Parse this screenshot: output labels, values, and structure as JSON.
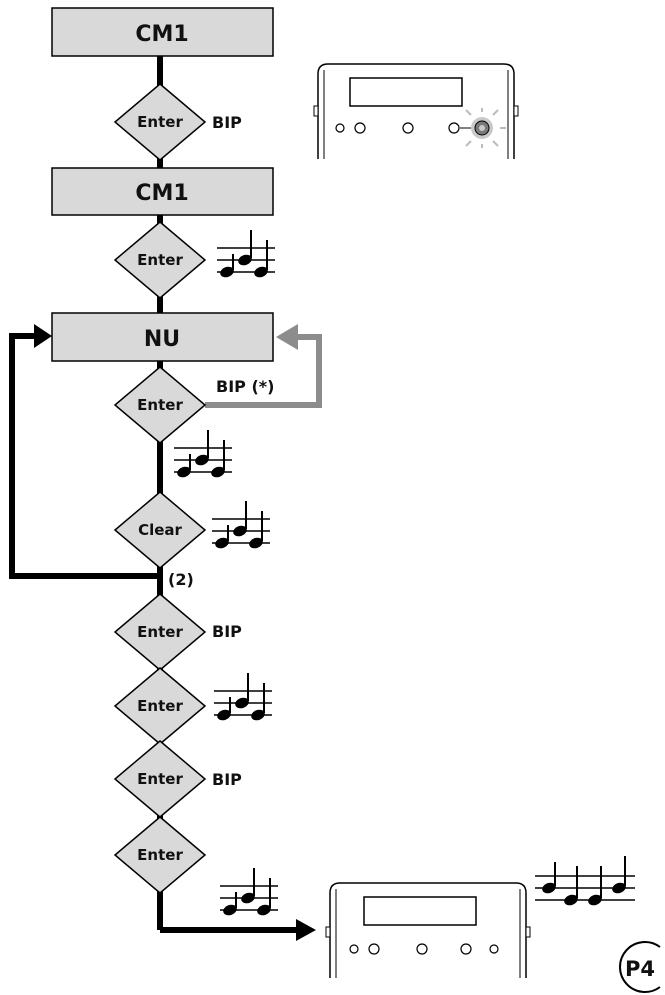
{
  "steps": [
    {
      "id": "cm1-top",
      "label": "CM1"
    },
    {
      "id": "cm1-second",
      "label": "CM1"
    },
    {
      "id": "nu",
      "label": "NU"
    }
  ],
  "decisions": [
    {
      "id": "enter-1",
      "label": "Enter",
      "signal": "BIP"
    },
    {
      "id": "enter-2",
      "label": "Enter",
      "signal": "melody"
    },
    {
      "id": "enter-3",
      "label": "Enter",
      "signal": "BIP (*)"
    },
    {
      "id": "clear-1",
      "label": "Clear",
      "signal": "melody"
    },
    {
      "id": "enter-4",
      "label": "Enter",
      "signal": "BIP"
    },
    {
      "id": "enter-5",
      "label": "Enter",
      "signal": "melody"
    },
    {
      "id": "enter-6",
      "label": "Enter",
      "signal": "BIP"
    },
    {
      "id": "enter-7",
      "label": "Enter",
      "signal": "melody"
    }
  ],
  "loop_label": "(2)",
  "page_badge": "P4",
  "colors": {
    "box_fill": "#d9d9d9",
    "line": "#000000",
    "feedback_arrow": "#8c8c8c",
    "led_active": "#7a7a7a",
    "led_glow": "#c9c9c9"
  },
  "icons": [
    "device-icon",
    "music-notes-icon",
    "led-blinking-icon"
  ]
}
